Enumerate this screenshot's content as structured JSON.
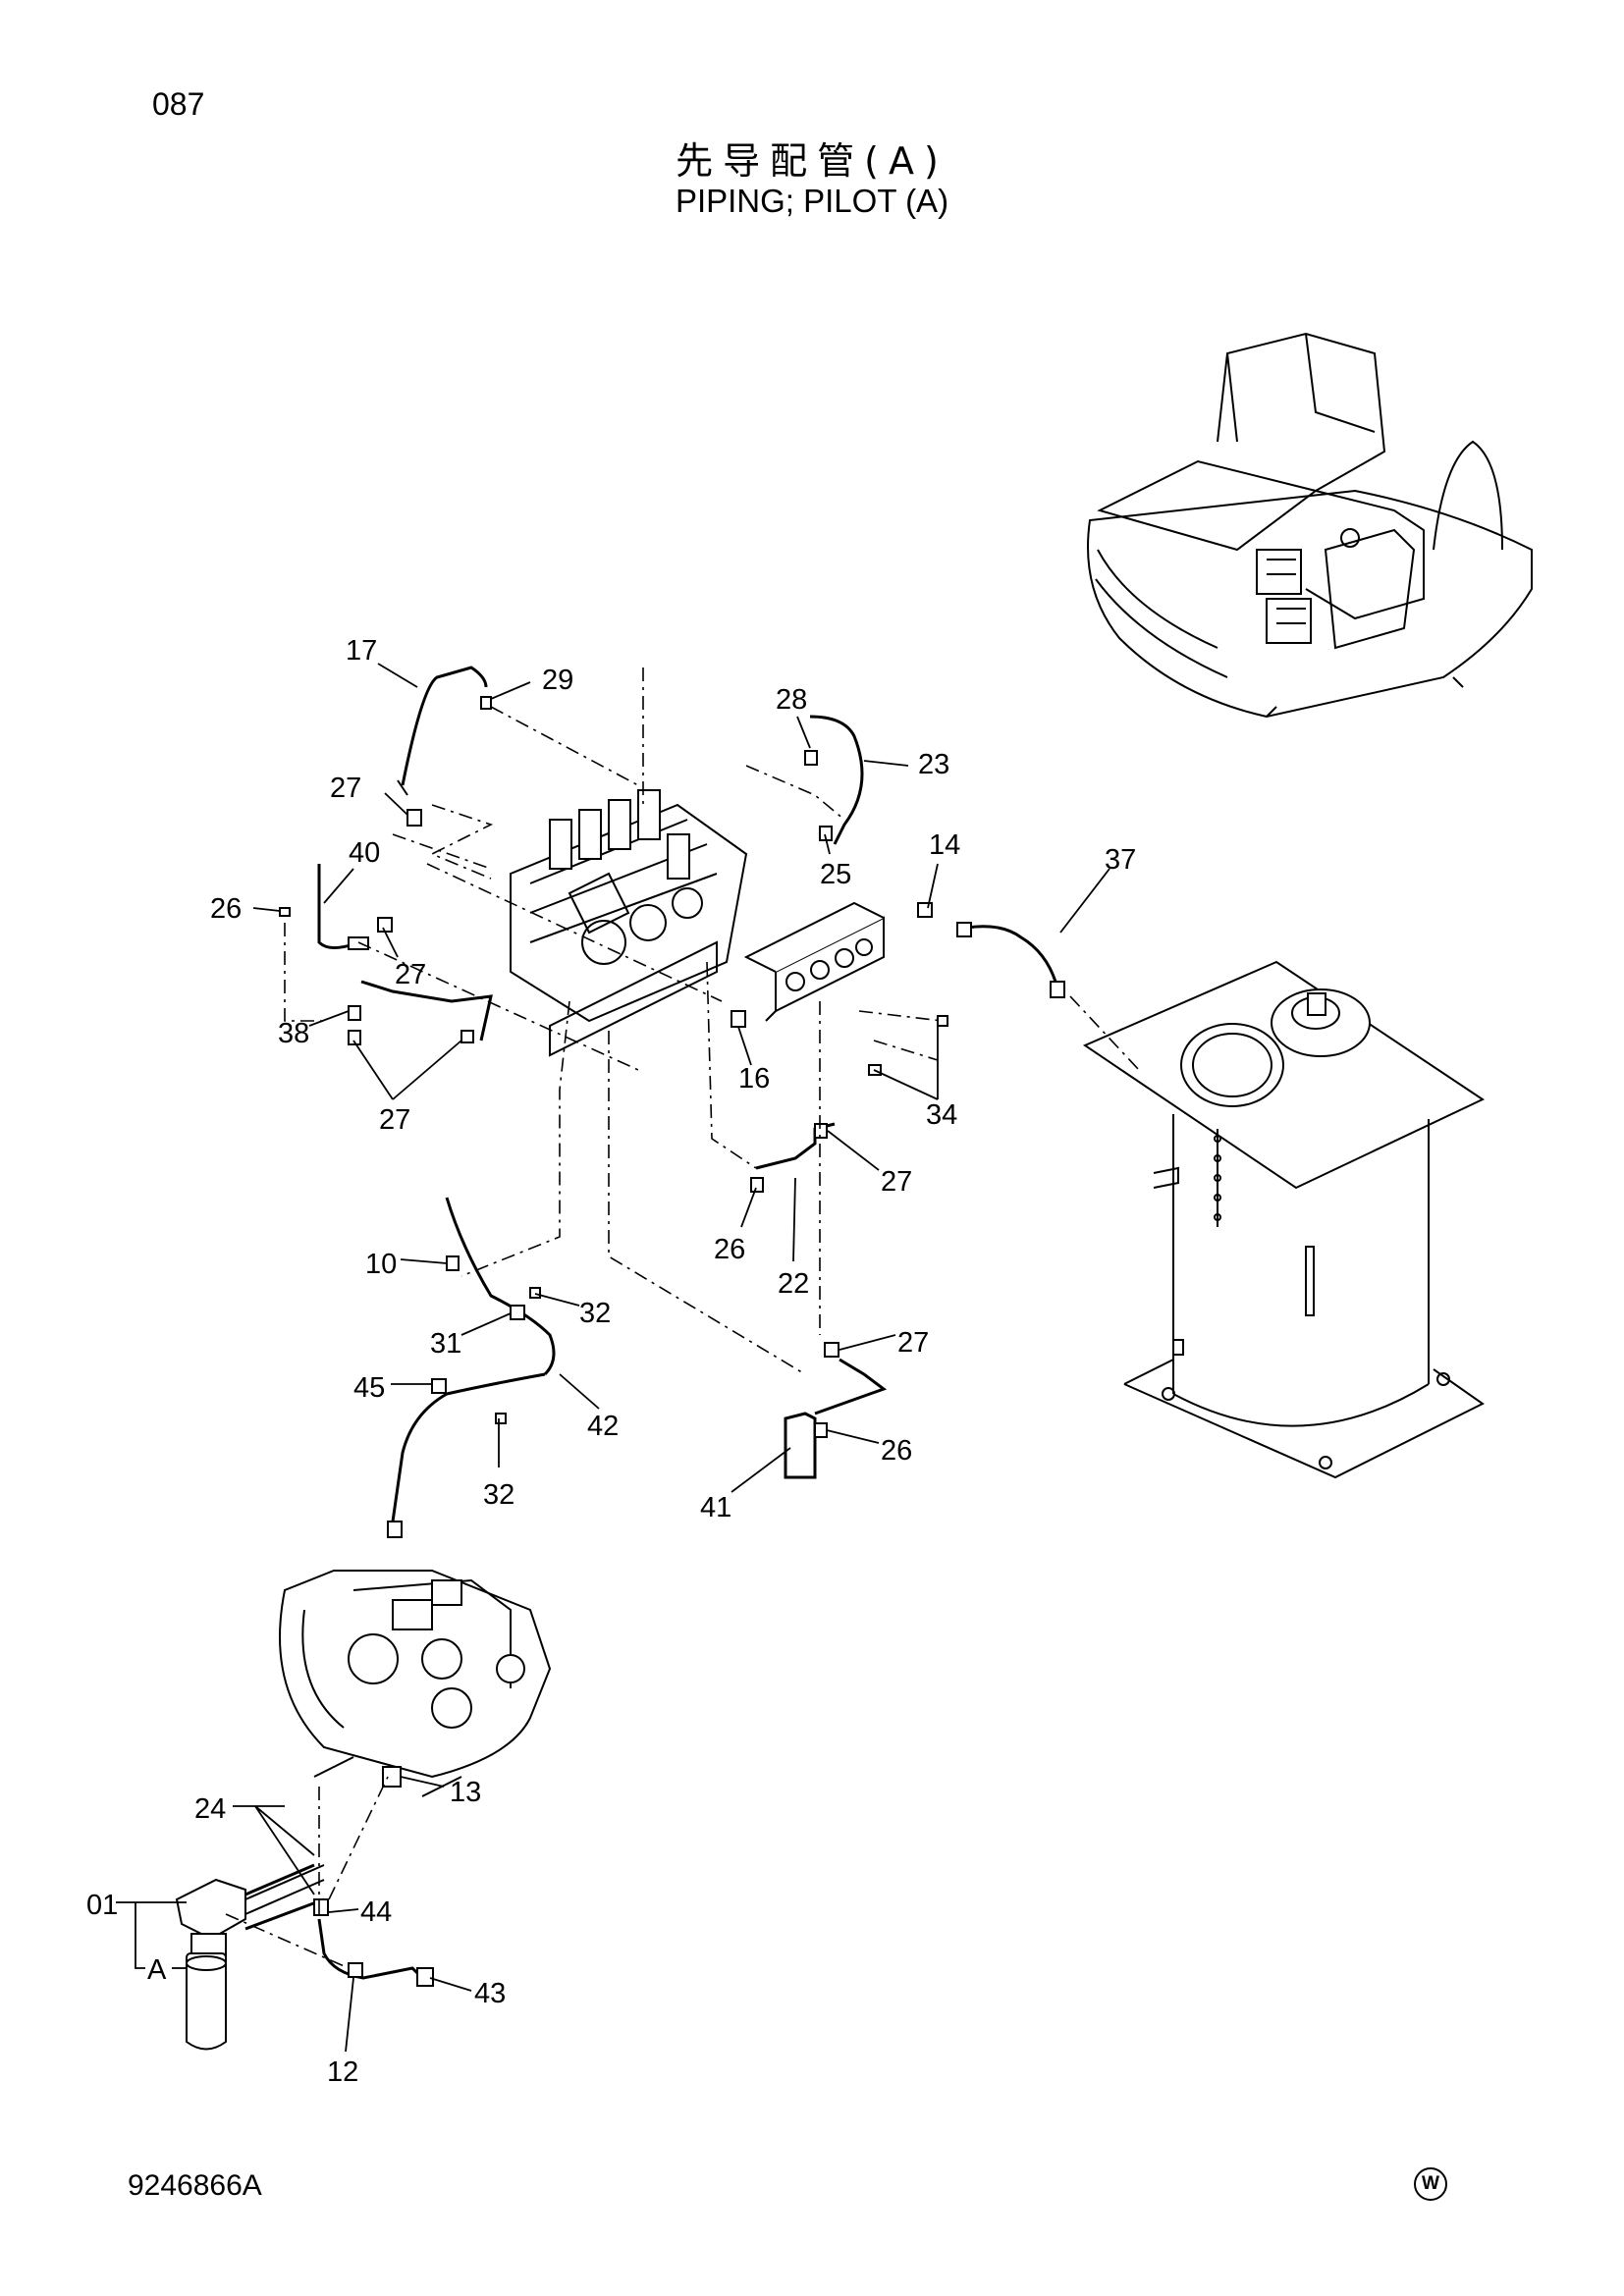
{
  "header": {
    "page_number": "087",
    "title_cn": "先导配管(A)",
    "title_en": "PIPING; PILOT  (A)"
  },
  "footer": {
    "doc_code": "9246866A",
    "mark": "W"
  },
  "callouts": {
    "c17": "17",
    "c29": "29",
    "c28": "28",
    "c23": "23",
    "c27a": "27",
    "c40": "40",
    "c26a": "26",
    "c27b": "27",
    "c25": "25",
    "c14": "14",
    "c37": "37",
    "c38": "38",
    "c27c": "27",
    "c16": "16",
    "c34": "34",
    "c27d": "27",
    "c26b": "26",
    "c22": "22",
    "c10": "10",
    "c32a": "32",
    "c31": "31",
    "c27e": "27",
    "c45": "45",
    "c42": "42",
    "c26c": "26",
    "c32b": "32",
    "c41": "41",
    "c13": "13",
    "c24": "24",
    "c01": "01",
    "c44": "44",
    "cA": "A",
    "c43": "43",
    "c12": "12"
  }
}
